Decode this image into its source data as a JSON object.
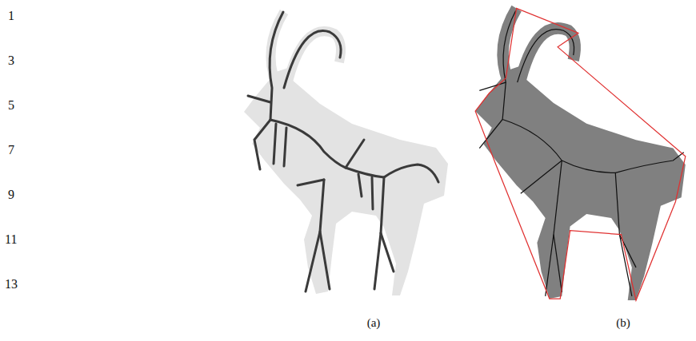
{
  "diagram": {
    "labels": [
      "1",
      "3",
      "5",
      "7",
      "9",
      "11",
      "13",
      "(a)",
      "(b)"
    ]
  }
}
